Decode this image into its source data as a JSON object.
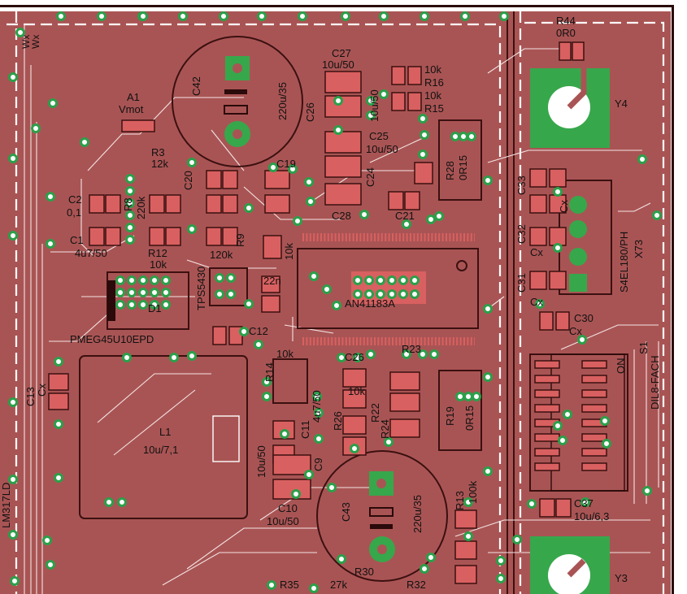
{
  "colors": {
    "board_copper": "#a95454",
    "silkscreen": "#ffffff",
    "pad_copper": "#d96060",
    "via_green": "#37a74b",
    "component_outline": "#3b1010",
    "label_text": "#111111"
  },
  "components": {
    "wx": "Wx",
    "r44": "R44",
    "r44_val": "0R0",
    "y4": "Y4",
    "c42": "C42",
    "c42_val": "220u/35",
    "a1": "A1",
    "vmot": "Vmot",
    "c27": "C27",
    "c27_val": "10u/50",
    "r16": "R16",
    "r16_val": "10k",
    "r15": "R15",
    "r15_val": "10k",
    "c26": "C26",
    "c26_val": "10u/50",
    "c25": "C25",
    "c25_val": "10u/50",
    "r28": "R28",
    "r28_val": "0R15",
    "c33": "C33",
    "c33_val": "Cx",
    "r3": "R3",
    "r3_val": "12k",
    "c20": "C20",
    "c19": "C19",
    "c24": "C24",
    "c2": "C2",
    "c2_val": "0,1",
    "r8": "R8",
    "r8_val": "220k",
    "c28": "C28",
    "c21": "C21",
    "c32": "C32",
    "c32_val": "Cx",
    "x73": "X73",
    "x73_part": "S4EL180/PH",
    "c1": "C1",
    "c1_val": "4u7/50",
    "r12": "R12",
    "r12_val": "10k",
    "r9": "R9",
    "r9_val": "120k",
    "tps": "TPS5430",
    "c22": "22n",
    "u_main": "AN41183A",
    "c31": "C31",
    "c31_val": "Cx",
    "c30": "C30",
    "c30_val": "Cx",
    "d1": "D1",
    "d1_part": "PMEG45U10EPD",
    "c12": "C12",
    "s1": "S1",
    "s1_part": "DIL8-FACH",
    "on": "ON",
    "r14": "R14",
    "r14_val": "10k",
    "c26b": "C26",
    "r23": "R23",
    "c13": "C13",
    "c13_val": "Cx",
    "r26": "R26",
    "r26_val": "10k",
    "r22": "R22",
    "r24": "R24",
    "r19": "R19",
    "r19_val": "0R15",
    "l1": "L1",
    "l1_val": "10u/7,1",
    "c11": "C11",
    "c11_val": "10u/50",
    "c9": "C9",
    "c9_val": "4u7/50",
    "c10": "C10",
    "c10_val": "10u/50",
    "c43": "C43",
    "c43_val": "220u/35",
    "r13": "R13",
    "r13_val": "100k",
    "c37": "C37",
    "c37_val": "10u/6,3",
    "lm": "LM317LD",
    "r30": "R30",
    "r35": "R35",
    "r35_val": "27k",
    "r32": "R32",
    "y3": "Y3",
    "r10": "10k"
  }
}
